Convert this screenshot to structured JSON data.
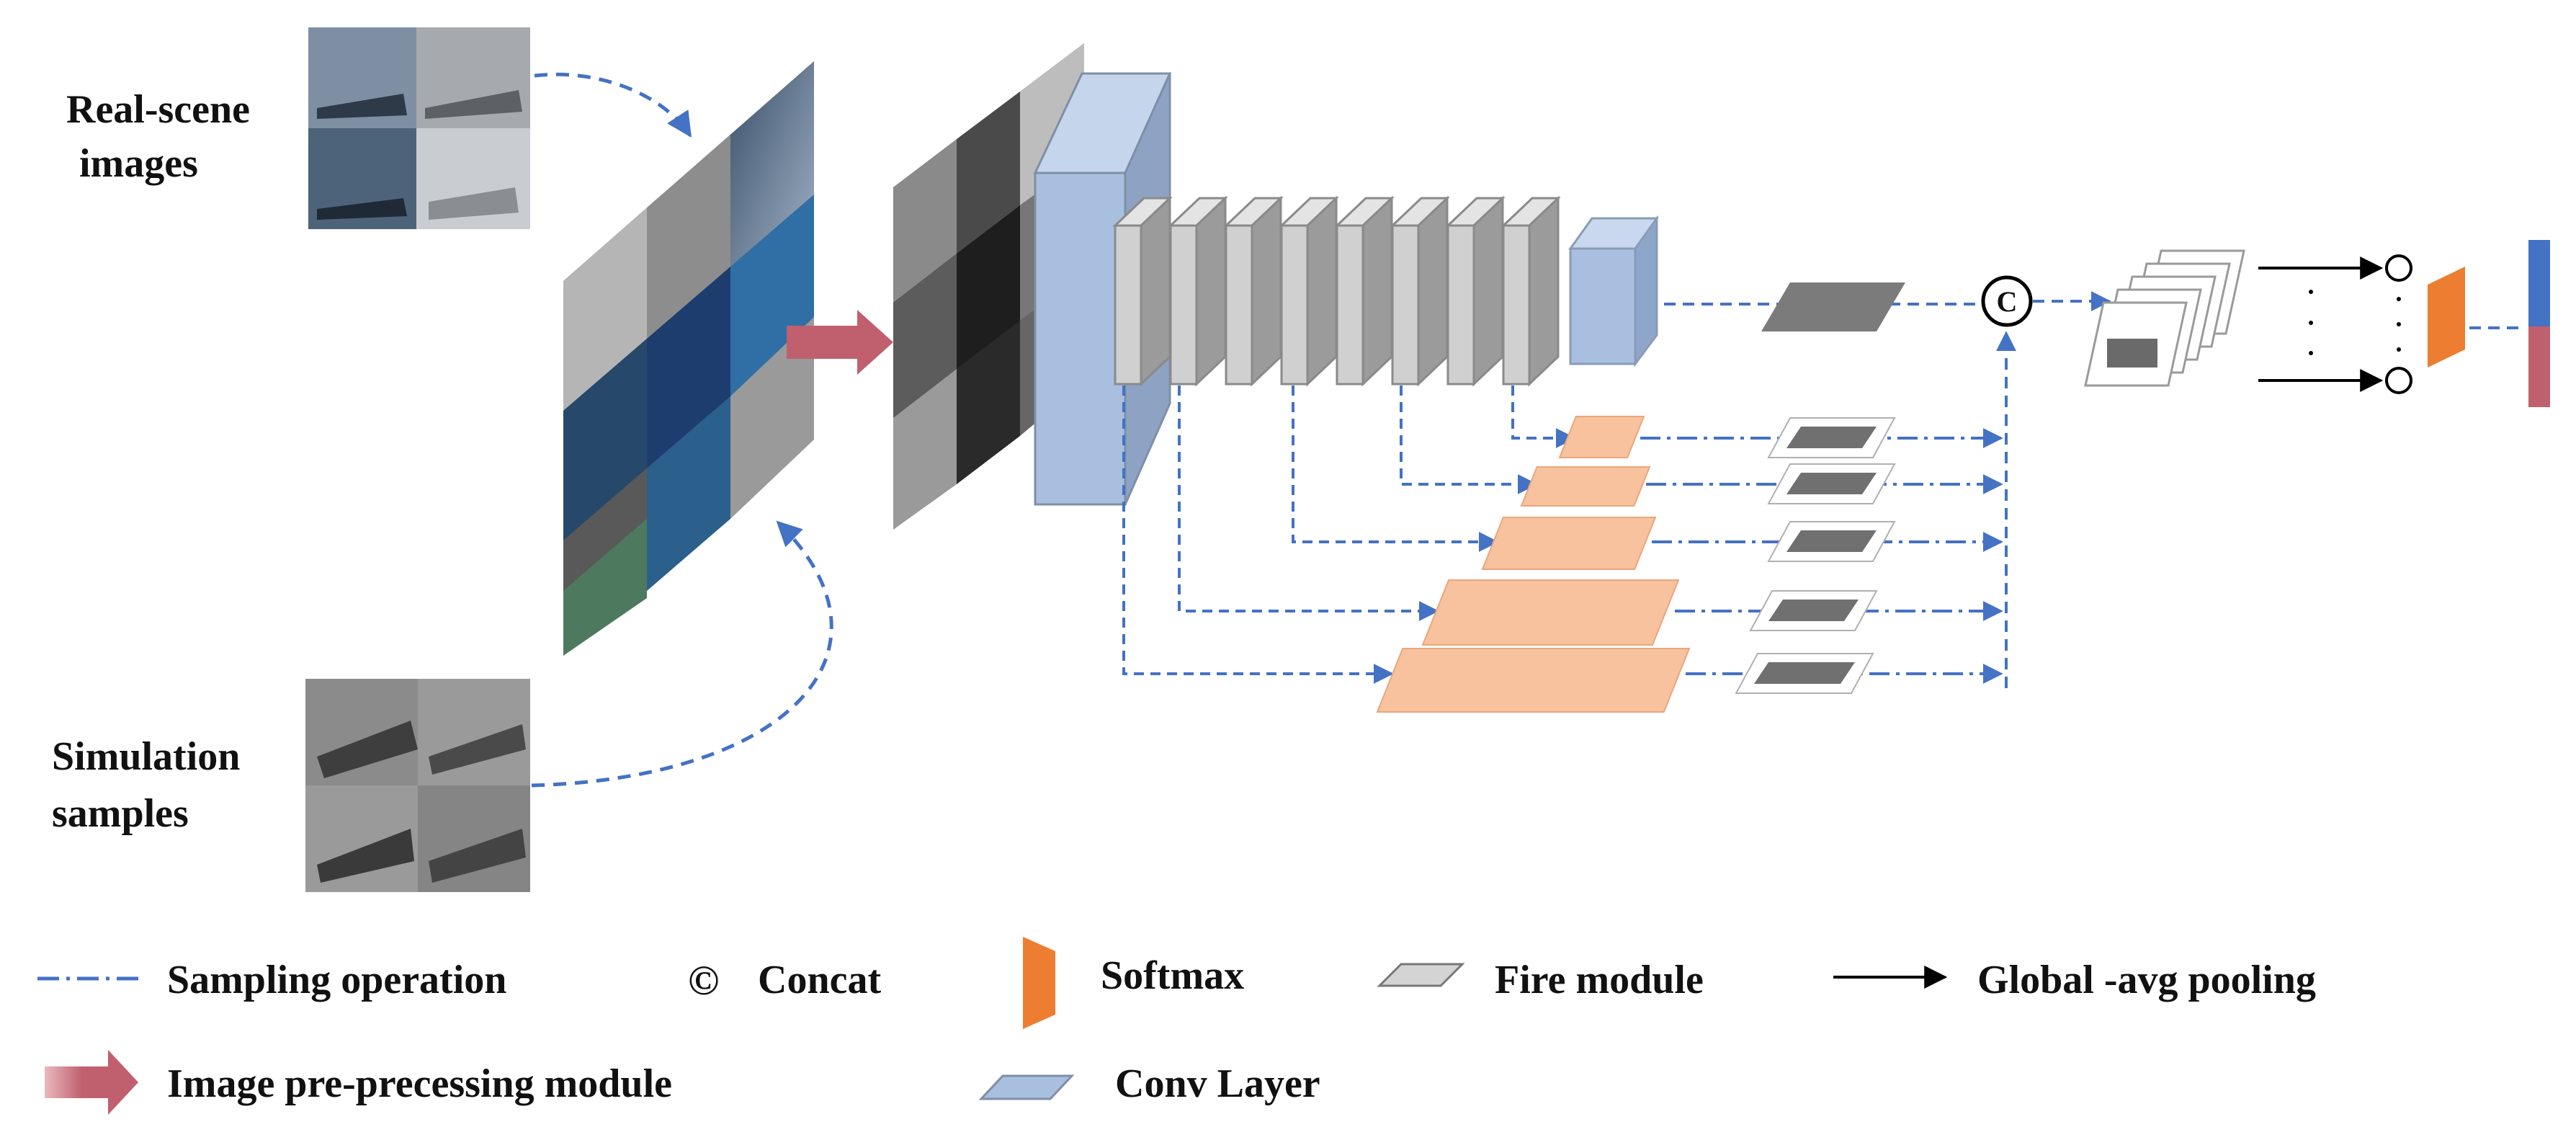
{
  "inputs": {
    "real_scene": {
      "line1": "Real-scene",
      "line2": "images"
    },
    "simulation": {
      "line1": "Simulation",
      "line2": "samples"
    }
  },
  "nodes": {
    "concat_symbol": "C"
  },
  "legend": {
    "sampling": "Sampling operation",
    "concat_symbol": "©",
    "concat": "Concat",
    "softmax": "Softmax",
    "fire": "Fire  module",
    "gap": "Global -avg pooling",
    "preprocess": "Image pre-precessing module",
    "conv": "Conv Layer"
  },
  "colors": {
    "dashed_blue": "#4472c4",
    "conv_blue": "#a9bfdf",
    "fire_gray": "#d4d4d4",
    "feature_orange": "#f7c29d",
    "softmax_orange": "#ed7d31",
    "arrow_red": "#c0606e",
    "out_blue": "#4472c4",
    "out_red": "#c0606e"
  }
}
